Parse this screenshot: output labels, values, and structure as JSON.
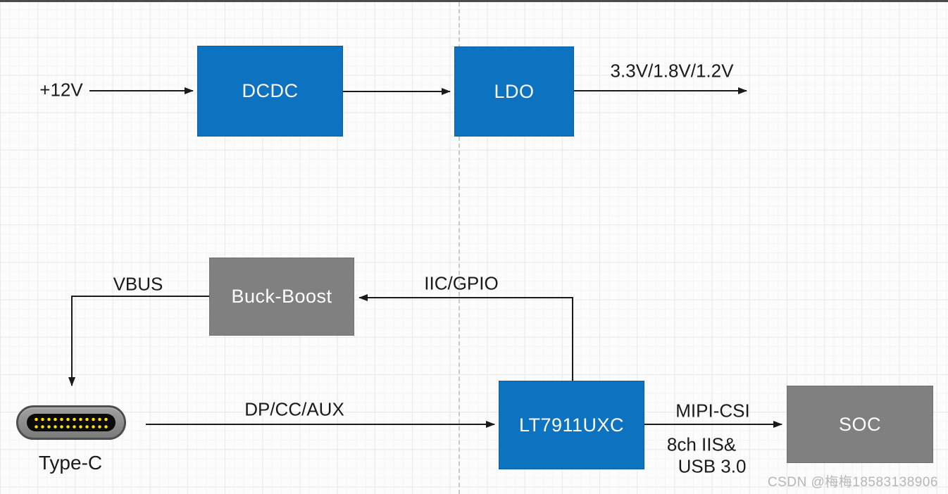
{
  "diagram": {
    "nodes": {
      "dcdc": "DCDC",
      "ldo": "LDO",
      "buck_boost": "Buck-Boost",
      "lt7911": "LT7911UXC",
      "soc": "SOC"
    },
    "edge_labels": {
      "input": "+12V",
      "rails": "3.3V/1.8V/1.2V",
      "vbus": "VBUS",
      "iic_gpio": "IIC/GPIO",
      "dp_cc_aux": "DP/CC/AUX",
      "mipi_csi": "MIPI-CSI",
      "audio": "8ch IIS&",
      "usb": "USB 3.0"
    },
    "connector": {
      "label": "Type-C"
    },
    "colors": {
      "node_blue": "#0d72c0",
      "node_gray": "#808080",
      "pin_yellow": "#ffdf00",
      "edge_line": "#1a1a1a"
    }
  },
  "watermark": {
    "text": "CSDN @梅梅18583138906"
  }
}
